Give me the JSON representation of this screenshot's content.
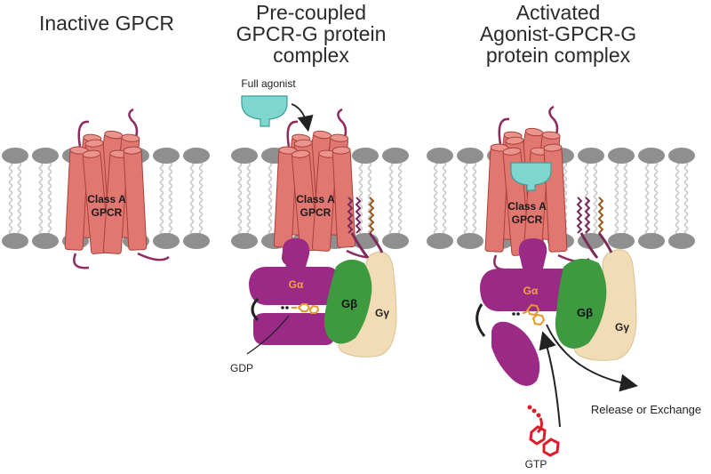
{
  "panels": [
    {
      "title_lines": [
        "Inactive GPCR"
      ],
      "receptor_label_lines": [
        "Class A",
        "GPCR"
      ]
    },
    {
      "title_lines": [
        "Pre-coupled",
        "GPCR-G protein",
        "complex"
      ],
      "receptor_label_lines": [
        "Class A",
        "GPCR"
      ],
      "agonist_label": "Full agonist",
      "g_alpha": "Gα",
      "g_beta": "Gβ",
      "g_gamma": "Gγ",
      "nucleotide_label": "GDP"
    },
    {
      "title_lines": [
        "Activated",
        "Agonist-GPCR-G",
        "protein complex"
      ],
      "receptor_label_lines": [
        "Class A",
        "GPCR"
      ],
      "g_alpha": "Gα",
      "g_beta": "Gβ",
      "g_gamma": "Gγ",
      "exchange_label": "Release or Exchange",
      "nucleotide_label": "GTP"
    }
  ],
  "colors": {
    "helix_fill": "#e07770",
    "helix_stroke": "#a8403b",
    "loop": "#8e2a5e",
    "g_alpha": "#9a2a86",
    "g_beta": "#3d9a3f",
    "g_gamma": "#f2dcb5",
    "agonist": "#7ed6cf",
    "gdp": "#e39a2c",
    "gtp": "#e01b2a",
    "head": "#8f8f8f",
    "tail": "#c8c8c8",
    "lipid_anchor_1": "#7b2b57",
    "lipid_anchor_2": "#9b5a1f"
  }
}
